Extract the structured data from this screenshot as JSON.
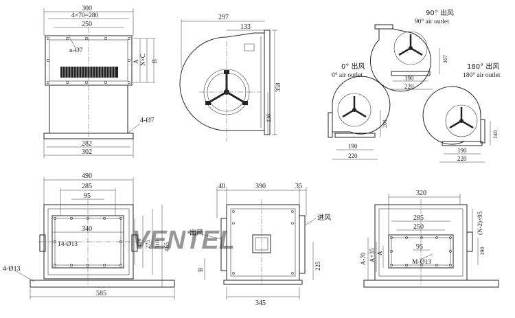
{
  "views": {
    "top_left": {
      "dim_300": "300",
      "dim_4x70": "4×70=280",
      "dim_250": "250",
      "hole_note": "n-Ø7",
      "dim_nc": "N×C",
      "dim_a": "A",
      "dim_b": "B",
      "dim_4phi7": "4-Ø7",
      "dim_282": "282",
      "dim_302": "302"
    },
    "top_center": {
      "dim_297": "297",
      "dim_133": "133",
      "dim_358": "358",
      "dim_136": "136"
    },
    "outlet_90": {
      "title_cn": "90° 出风",
      "title_en": "90° air outlet",
      "dim_167": "167",
      "dim_190": "190",
      "dim_220": "220"
    },
    "outlet_0": {
      "title_cn": "0° 出风",
      "title_en": "0° air outlet",
      "dim_201": "201",
      "dim_190": "190",
      "dim_220": "220"
    },
    "outlet_180": {
      "title_cn": "180° 出风",
      "title_en": "180° air outlet",
      "dim_140": "140",
      "dim_190": "190",
      "dim_220": "220"
    },
    "bottom_left": {
      "dim_490": "490",
      "dim_285": "285",
      "dim_95": "95",
      "dim_340": "340",
      "hole_14": "14-Ø13",
      "dim_190": "190",
      "dim_275": "275",
      "dim_310": "310",
      "dim_465": "465",
      "hole_4": "4-Ø13",
      "dim_585": "585"
    },
    "bottom_center": {
      "dim_40": "40",
      "dim_390": "390",
      "dim_35": "35",
      "label_out": "出风",
      "label_in": "进风",
      "dim_b": "B",
      "dim_225": "225",
      "dim_345": "345"
    },
    "bottom_right": {
      "dim_320": "320",
      "dim_285": "285",
      "dim_250": "250",
      "dim_n2x95": "(N-2)×95",
      "dim_a70": "A-70",
      "dim_a35": "A+35",
      "dim_a": "A",
      "dim_95": "95",
      "hole_m": "M-Ø13",
      "dim_190": "190"
    }
  },
  "watermark": "VENTEL"
}
